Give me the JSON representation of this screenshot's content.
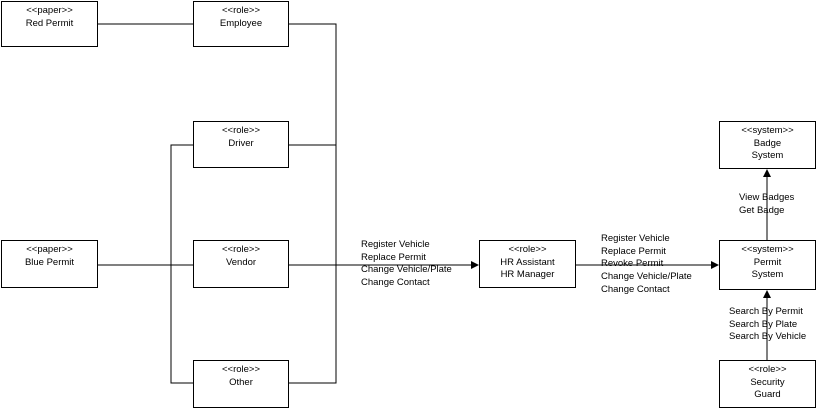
{
  "nodes": {
    "red_permit": {
      "stereotype": "<<paper>>",
      "lines": [
        "Red Permit"
      ]
    },
    "employee": {
      "stereotype": "<<role>>",
      "lines": [
        "Employee"
      ]
    },
    "driver": {
      "stereotype": "<<role>>",
      "lines": [
        "Driver"
      ]
    },
    "blue_permit": {
      "stereotype": "<<paper>>",
      "lines": [
        "Blue Permit"
      ]
    },
    "vendor": {
      "stereotype": "<<role>>",
      "lines": [
        "Vendor"
      ]
    },
    "other": {
      "stereotype": "<<role>>",
      "lines": [
        "Other"
      ]
    },
    "hr": {
      "stereotype": "<<role>>",
      "lines": [
        "HR Assistant",
        "HR Manager"
      ]
    },
    "badge_system": {
      "stereotype": "<<system>>",
      "lines": [
        "Badge",
        "System"
      ]
    },
    "permit_system": {
      "stereotype": "<<system>>",
      "lines": [
        "Permit",
        "System"
      ]
    },
    "security_guard": {
      "stereotype": "<<role>>",
      "lines": [
        "Security",
        "Guard"
      ]
    }
  },
  "labels": {
    "roles_to_hr": [
      "Register Vehicle",
      "Replace Permit",
      "Change Vehicle/Plate",
      "Change Contact"
    ],
    "hr_to_permit": [
      "Register Vehicle",
      "Replace Permit",
      "Revoke Permit",
      "Change Vehicle/Plate",
      "Change Contact"
    ],
    "permit_to_badge": [
      "View Badges",
      "Get Badge"
    ],
    "security_to_permit": [
      "Search By Permit",
      "Search By Plate",
      "Search By Vehicle"
    ]
  }
}
